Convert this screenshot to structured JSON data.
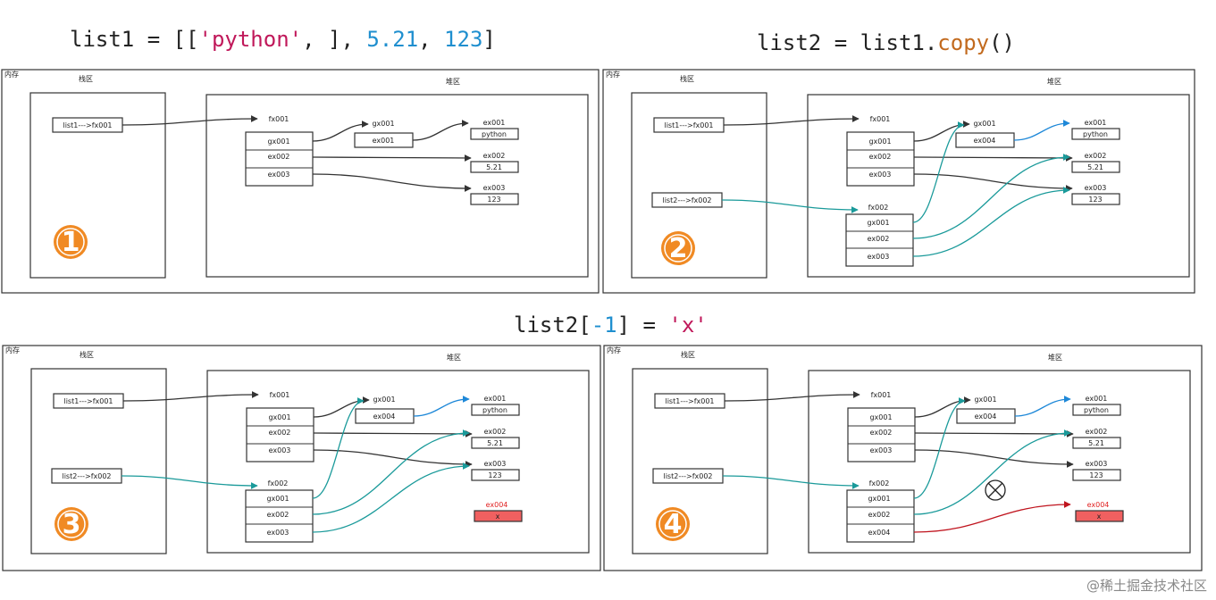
{
  "code": {
    "line1": {
      "pre": "list1 = [[",
      "str": "'python'",
      "mid": ", ], ",
      "n1": "5.21",
      "sep": ", ",
      "n2": "123",
      "post": "]"
    },
    "line2": {
      "pre": "list2 = list1.",
      "meth": "copy",
      "post": "()"
    },
    "line3": {
      "pre": "list2[",
      "num": "-1",
      "mid": "] = ",
      "str": "'x'"
    }
  },
  "labels": {
    "memory": "内存",
    "stack": "栈区",
    "heap": "堆区",
    "list1_ref": "list1--->fx001",
    "list2_ref": "list2--->fx002",
    "fx001": "fx001",
    "fx002": "fx002",
    "gx001": "gx001",
    "ex001": "ex001",
    "ex002": "ex002",
    "ex003": "ex003",
    "ex004": "ex004",
    "python": "python",
    "v521": "5.21",
    "v123": "123",
    "x": "x"
  },
  "panels": [
    "1",
    "2",
    "3",
    "4"
  ],
  "colors": {
    "black_arrow": "#333333",
    "teal_arrow": "#1a9a9a",
    "blue_arrow": "#1e88d8",
    "red_arrow": "#c0141e",
    "badge": "#f08a24",
    "red_box": "#f06060"
  },
  "watermark": "@稀土掘金技术社区"
}
